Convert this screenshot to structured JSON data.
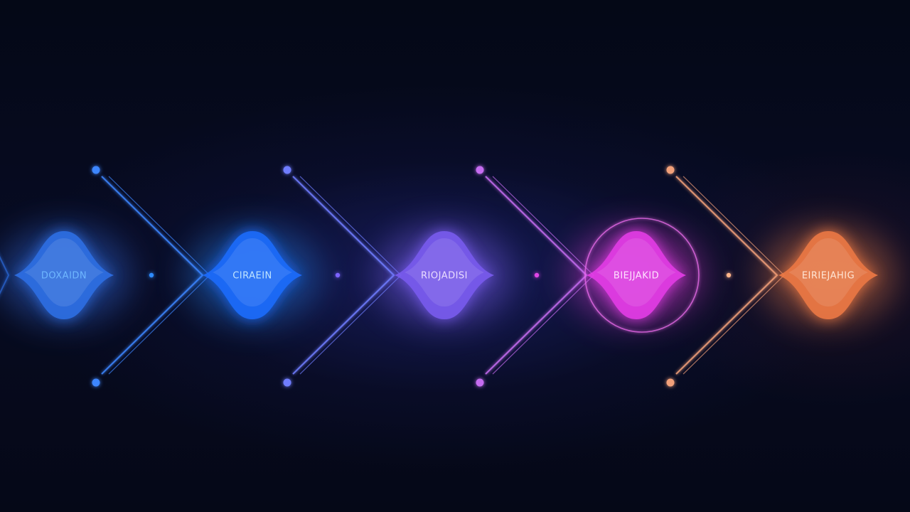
{
  "stages": [
    {
      "label": "DOXAIDN",
      "color": "#2f6fe6",
      "glow": "#3d7bff",
      "text_color": "#6fb7ff",
      "dot_color": "#3a86ff",
      "ring": false
    },
    {
      "label": "CIRAEIN",
      "color": "#1d6dff",
      "glow": "#2a8cff",
      "text_color": "#bfe4ff",
      "dot_color": "#2f8bff",
      "ring": false
    },
    {
      "label": "RIOJADISI",
      "color": "#7a5cf0",
      "glow": "#8c6cff",
      "text_color": "#eadcff",
      "dot_color": "#7b63ff",
      "ring": false
    },
    {
      "label": "BIEJJAKID",
      "color": "#e63ce8",
      "glow": "#ff45f0",
      "text_color": "#ffe3ff",
      "dot_color": "#e045e6",
      "ring": true
    },
    {
      "label": "EIRIEJAHIG",
      "color": "#ef7a45",
      "glow": "#ff8a4c",
      "text_color": "#ffe5d4",
      "dot_color": "#ffb48a",
      "ring": false
    }
  ]
}
